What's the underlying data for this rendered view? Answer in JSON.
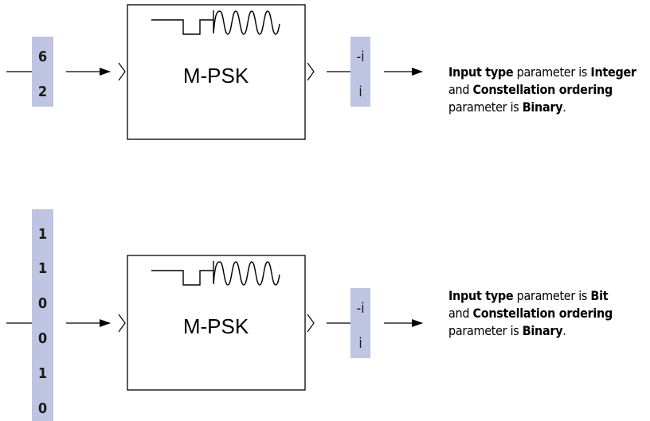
{
  "colors": {
    "vector_fill": "#bfc4e2",
    "stroke": "#000000"
  },
  "diagrams": [
    {
      "input_values": [
        "6",
        "2"
      ],
      "block_label": "M-PSK",
      "block_icon": "square-wave-to-sine-wave-icon",
      "output_values": [
        "-i",
        "i"
      ],
      "note": {
        "p1": "Input type",
        "t1": " parameter is ",
        "p2": "Integer",
        "t2": " and ",
        "p3": "Constellation ordering",
        "t3": " parameter is ",
        "p4": "Binary",
        "t4": "."
      }
    },
    {
      "input_values": [
        "1",
        "1",
        "0",
        "0",
        "1",
        "0"
      ],
      "block_label": "M-PSK",
      "block_icon": "square-wave-to-sine-wave-icon",
      "output_values": [
        "-i",
        "i"
      ],
      "note": {
        "p1": "Input type",
        "t1": " parameter is ",
        "p2": "Bit",
        "t2": " and ",
        "p3": "Constellation ordering",
        "t3": " parameter is ",
        "p4": "Binary",
        "t4": "."
      }
    }
  ]
}
